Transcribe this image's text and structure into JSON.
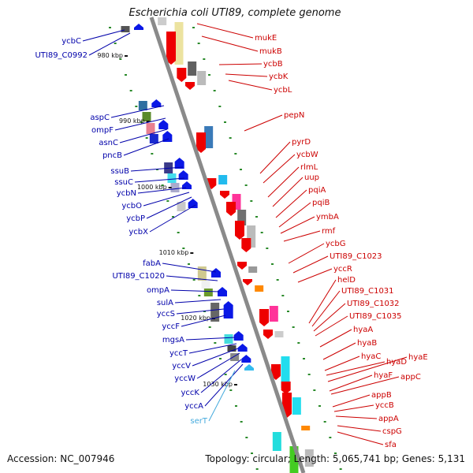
{
  "title": "Escherichia coli UTI89, complete genome",
  "accession": "Accession: NC_007946",
  "topology": "Topology: circular; Length: 5,065,741 bp; Genes: 5,131",
  "colors": {
    "backbone": "#8a8a8a",
    "reverse_strand_label": "#0000aa",
    "forward_strand_label": "#cc0000",
    "trna_label": "#44aadd",
    "ruler_dot": "#2a8a2a"
  },
  "ruler": [
    "980 kbp",
    "990 kbp",
    "1000 kbp",
    "1010 kbp",
    "1020 kbp",
    "1030 kbp"
  ],
  "genes_left": [
    {
      "name": "ycbC",
      "color": "#0000aa"
    },
    {
      "name": "UTI89_C0992",
      "color": "#0000aa"
    },
    {
      "name": "aspC",
      "color": "#0000aa"
    },
    {
      "name": "ompF",
      "color": "#0000aa"
    },
    {
      "name": "asnC",
      "color": "#0000aa"
    },
    {
      "name": "pncB",
      "color": "#0000aa"
    },
    {
      "name": "ssuB",
      "color": "#0000aa"
    },
    {
      "name": "ssuC",
      "color": "#0000aa"
    },
    {
      "name": "ycbN",
      "color": "#0000aa"
    },
    {
      "name": "ycbO",
      "color": "#0000aa"
    },
    {
      "name": "ycbP",
      "color": "#0000aa"
    },
    {
      "name": "ycbX",
      "color": "#0000aa"
    },
    {
      "name": "fabA",
      "color": "#0000aa"
    },
    {
      "name": "UTI89_C1020",
      "color": "#0000aa"
    },
    {
      "name": "ompA",
      "color": "#0000aa"
    },
    {
      "name": "sulA",
      "color": "#0000aa"
    },
    {
      "name": "yccS",
      "color": "#0000aa"
    },
    {
      "name": "yccF",
      "color": "#0000aa"
    },
    {
      "name": "mgsA",
      "color": "#0000aa"
    },
    {
      "name": "yccT",
      "color": "#0000aa"
    },
    {
      "name": "yccV",
      "color": "#0000aa"
    },
    {
      "name": "yccW",
      "color": "#0000aa"
    },
    {
      "name": "yccK",
      "color": "#0000aa"
    },
    {
      "name": "yccA",
      "color": "#0000aa"
    },
    {
      "name": "serT",
      "color": "#44aadd"
    }
  ],
  "genes_right": [
    {
      "name": "mukE",
      "color": "#cc0000"
    },
    {
      "name": "mukB",
      "color": "#cc0000"
    },
    {
      "name": "ycbB",
      "color": "#cc0000"
    },
    {
      "name": "ycbK",
      "color": "#cc0000"
    },
    {
      "name": "ycbL",
      "color": "#cc0000"
    },
    {
      "name": "pepN",
      "color": "#cc0000"
    },
    {
      "name": "pyrD",
      "color": "#cc0000"
    },
    {
      "name": "ycbW",
      "color": "#cc0000"
    },
    {
      "name": "rlmL",
      "color": "#cc0000"
    },
    {
      "name": "uup",
      "color": "#cc0000"
    },
    {
      "name": "pqiA",
      "color": "#cc0000"
    },
    {
      "name": "pqiB",
      "color": "#cc0000"
    },
    {
      "name": "ymbA",
      "color": "#cc0000"
    },
    {
      "name": "rmf",
      "color": "#cc0000"
    },
    {
      "name": "ycbG",
      "color": "#cc0000"
    },
    {
      "name": "UTI89_C1023",
      "color": "#cc0000"
    },
    {
      "name": "yccR",
      "color": "#cc0000"
    },
    {
      "name": "helD",
      "color": "#cc0000"
    },
    {
      "name": "UTI89_C1031",
      "color": "#cc0000"
    },
    {
      "name": "UTI89_C1032",
      "color": "#cc0000"
    },
    {
      "name": "UTI89_C1035",
      "color": "#cc0000"
    },
    {
      "name": "hyaA",
      "color": "#cc0000"
    },
    {
      "name": "hyaB",
      "color": "#cc0000"
    },
    {
      "name": "hyaC",
      "color": "#cc0000"
    },
    {
      "name": "hyaD",
      "color": "#cc0000"
    },
    {
      "name": "hyaE",
      "color": "#cc0000"
    },
    {
      "name": "hyaF",
      "color": "#cc0000"
    },
    {
      "name": "appC",
      "color": "#cc0000"
    },
    {
      "name": "appB",
      "color": "#cc0000"
    },
    {
      "name": "yccB",
      "color": "#cc0000"
    },
    {
      "name": "appA",
      "color": "#cc0000"
    },
    {
      "name": "cspG",
      "color": "#cc0000"
    },
    {
      "name": "sfa",
      "color": "#cc0000"
    }
  ]
}
